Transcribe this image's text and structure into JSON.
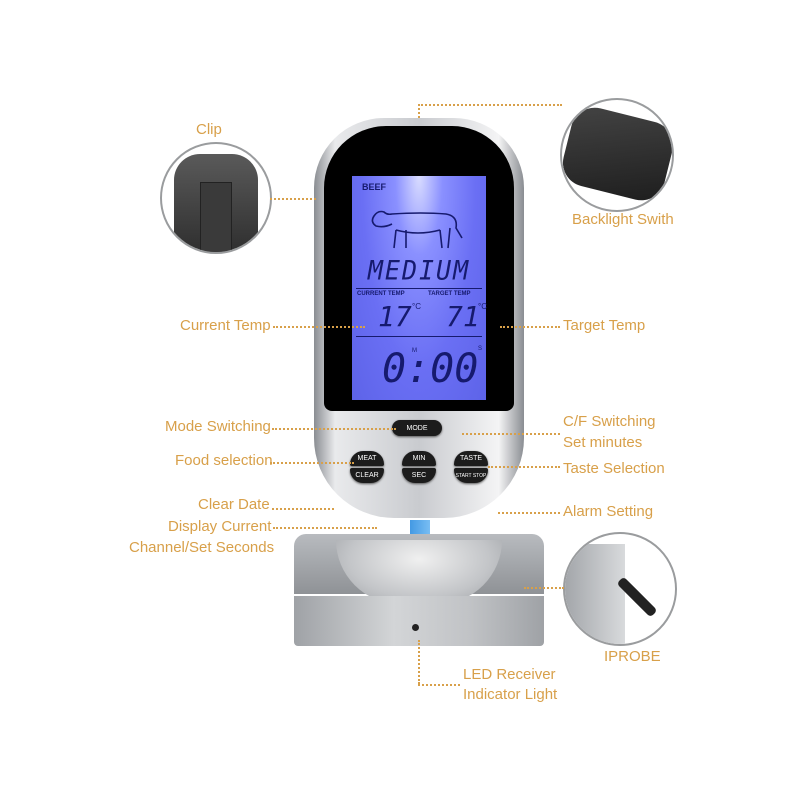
{
  "callouts": {
    "clip": "Clip",
    "backlight": "Backlight Swith",
    "current_temp": "Current Temp",
    "target_temp": "Target Temp",
    "mode_switching": "Mode Switching",
    "food_selection": "Food selection",
    "clear_date": "Clear Date",
    "display_channel_1": "Display Current",
    "display_channel_2": "Channel/Set Seconds",
    "cf_switching": "C/F Switching",
    "set_minutes": "Set minutes",
    "taste_selection": "Taste Selection",
    "alarm_setting": "Alarm Setting",
    "iprobe": "IPROBE",
    "led_1": "LED Receiver",
    "led_2": "Indicator Light"
  },
  "lcd": {
    "food": "BEEF",
    "taste": "MEDIUM",
    "current_label": "CURRENT TEMP",
    "target_label": "TARGET TEMP",
    "current_value": "17",
    "target_value": "71",
    "unit": "°C",
    "timer": "0:00",
    "minute_marker": "M",
    "second_marker": "S"
  },
  "buttons": {
    "mode": "MODE",
    "meat": "MEAT",
    "clear": "CLEAR",
    "min": "MIN",
    "sec": "SEC",
    "taste": "TASTE",
    "start_stop": "START STOP"
  },
  "colors": {
    "callout": "#d8a04a",
    "lcd_backlight": "#6a6ff4",
    "arrow": "#3a96e2"
  }
}
